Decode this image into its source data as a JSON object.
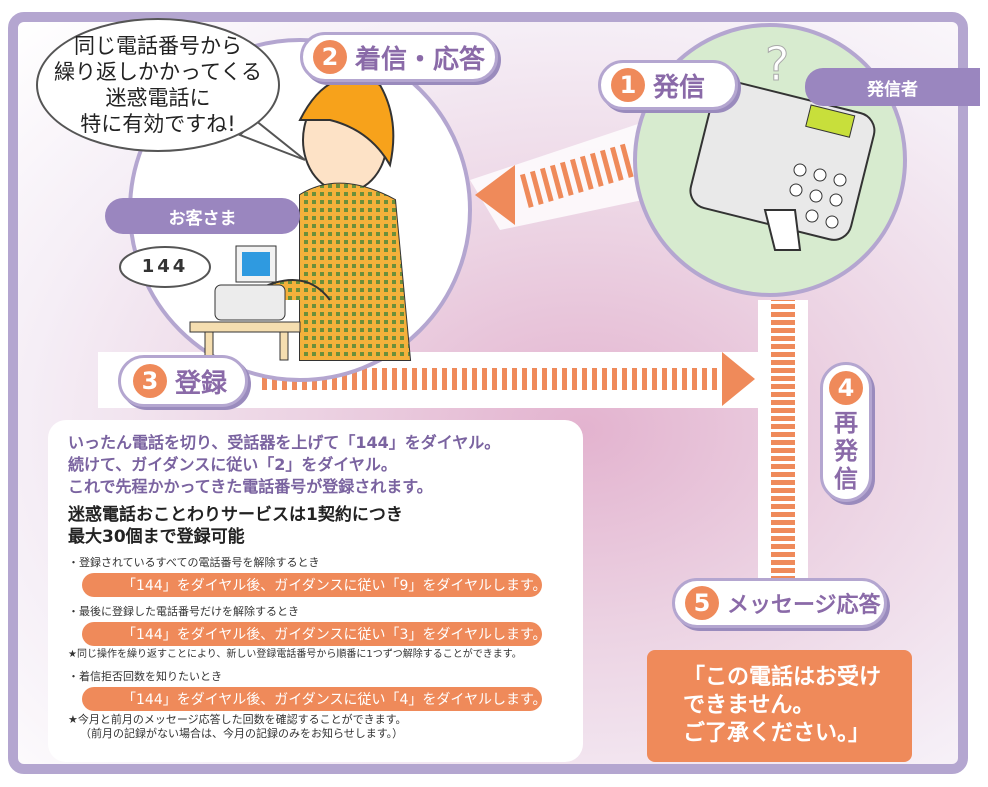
{
  "speech": "同じ電話番号から\n繰り返しかかってくる\n迷惑電話に\n特に有効ですね!",
  "steps": {
    "s1": {
      "num": "1",
      "label": "発信"
    },
    "s2": {
      "num": "2",
      "label": "着信・応答"
    },
    "s3": {
      "num": "3",
      "label": "登録"
    },
    "s4": {
      "num": "4",
      "label": "再発信"
    },
    "s5": {
      "num": "5",
      "label": "メッセージ応答"
    }
  },
  "tags": {
    "caller": "発信者",
    "customer": "お客さま"
  },
  "dial_bubble": "144",
  "note": {
    "line1": "いったん電話を切り、受話器を上げて「144」をダイヤル。",
    "line2": "続けて、ガイダンスに従い「2」をダイヤル。",
    "line3": "これで先程かかってきた電話番号が登録されます。",
    "sub1": "迷惑電話おことわりサービスは1契約につき",
    "sub2": "最大30個まで登録可能",
    "i1_label": "・登録されているすべての電話番号を解除するとき",
    "i1_bar": "「144」をダイヤル後、ガイダンスに従い「9」をダイヤルします。",
    "i2_label": "・最後に登録した電話番号だけを解除するとき",
    "i2_bar": "「144」をダイヤル後、ガイダンスに従い「3」をダイヤルします。",
    "i2_note": "★同じ操作を繰り返すことにより、新しい登録電話番号から順番に1つずつ解除することができます。",
    "i3_label": "・着信拒否回数を知りたいとき",
    "i3_bar": "「144」をダイヤル後、ガイダンスに従い「4」をダイヤルします。",
    "i3_note1": "★今月と前月のメッセージ応答した回数を確認することができます。",
    "i3_note2": "（前月の記録がない場合は、今月の記録のみをお知らせします。）"
  },
  "response": "「この電話はお受け\nできません。\nご了承ください。」",
  "colors": {
    "accent": "#ef8a5a",
    "frame": "#b4a6d0",
    "label": "#8a6aa8",
    "tag": "#9a86bf"
  }
}
